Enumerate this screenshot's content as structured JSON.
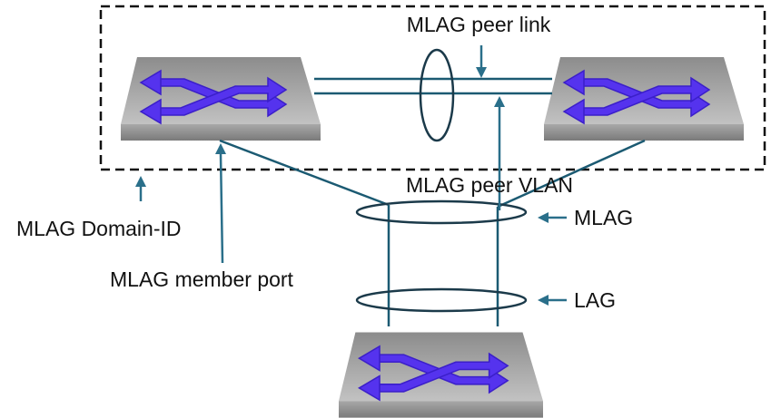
{
  "labels": {
    "peer_link": "MLAG peer link",
    "peer_vlan": "MLAG peer VLAN",
    "mlag": "MLAG",
    "lag": "LAG",
    "domain_id": "MLAG Domain-ID",
    "member_port": "MLAG member port"
  },
  "icons": {
    "switch_left": "network-switch-icon",
    "switch_right": "network-switch-icon",
    "switch_bottom": "network-switch-icon"
  },
  "colors": {
    "line": "#1b5a72",
    "arrow": "#2a6f8a",
    "switch_arrow": "#5533ee",
    "switch_body": "#9a9a9a"
  }
}
